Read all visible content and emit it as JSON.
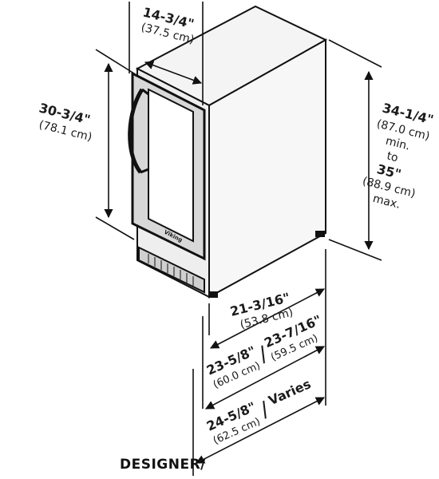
{
  "dimensions": {
    "depth_top": {
      "imperial": "14-3/4\"",
      "metric": "(37.5 cm)"
    },
    "door_height": {
      "imperial": "30-3/4\"",
      "metric": "(78.1 cm)"
    },
    "total_height": {
      "imperial_min": "34-1/4\"",
      "metric_min": "(87.0 cm)",
      "min_label": "min.",
      "to_label": "to",
      "imperial_max": "35\"",
      "metric_max": "(88.9 cm)",
      "max_label": "max."
    },
    "depth_cabinet": {
      "imperial": "21-3/16\"",
      "metric": "(53.8 cm)"
    },
    "depth_door": {
      "imperial_a": "23-5/8\"",
      "metric_a": "(60.0 cm)",
      "separator": "/",
      "imperial_b": "23-7/16\"",
      "metric_b": "(59.5 cm)"
    },
    "depth_handle": {
      "imperial": "24-5/8\"",
      "metric": "(62.5 cm)",
      "separator": "/",
      "other": "Varies"
    }
  },
  "brand_badge": "Viking",
  "footer_label": "DESIGNER/"
}
